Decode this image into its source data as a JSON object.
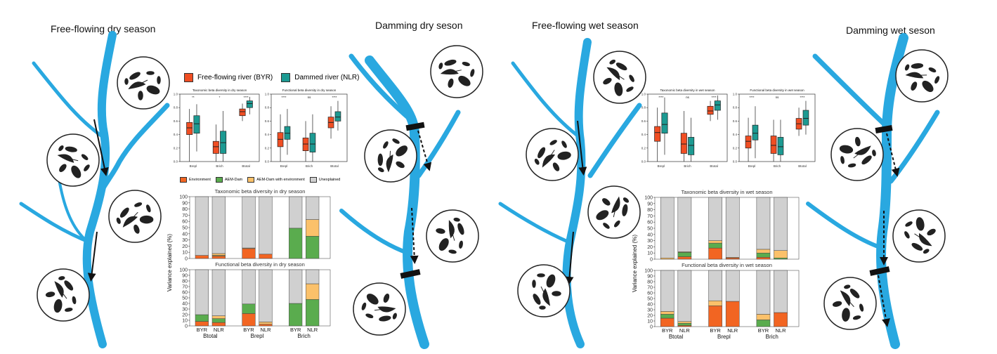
{
  "panels": [
    {
      "title": "Free-flowing dry season"
    },
    {
      "title": "Damming dry seson"
    },
    {
      "title": "Free-flowing wet season"
    },
    {
      "title": "Damming wet seson"
    }
  ],
  "colors": {
    "river": "#29a8e0",
    "byr": "#f04e23",
    "nlr": "#1c9a92",
    "environment": "#f26522",
    "aem_dam": "#5aac4e",
    "aem_dam_env": "#fbc16a",
    "unexplained": "#d0d0d0"
  },
  "dry": {
    "legend": {
      "byr": "Free-flowing river (BYR)",
      "nlr": "Dammed river (NLR)"
    },
    "box_tax_title": "Taxonomic beta diversity in dry season",
    "box_fun_title": "Functional beta diversity in dry season",
    "box_tax_sig": [
      "**",
      "*",
      "****"
    ],
    "box_fun_sig": [
      "****",
      "ns",
      "****"
    ],
    "box_categories": [
      "Brepl",
      "Brich",
      "Btotal"
    ],
    "box_yticks": [
      "0.0",
      "0.2",
      "0.4",
      "0.6",
      "0.8",
      "1.0"
    ],
    "var_legend": [
      "Environment",
      "AEM-Dam",
      "AEM-Dam with environment",
      "Unexplained"
    ],
    "var_tax_title": "Taxonomic beta diversity in dry season",
    "var_fun_title": "Functional beta diversity in dry season",
    "var_ylabel": "Variance explained (%)",
    "var_yticks": [
      "0",
      "10",
      "20",
      "30",
      "40",
      "50",
      "60",
      "70",
      "80",
      "90",
      "100"
    ],
    "bar_labels": [
      "BYR",
      "NLR"
    ],
    "group_labels": [
      "Btotal",
      "Brepl",
      "Brich"
    ]
  },
  "wet": {
    "box_tax_title": "Taxonomic beta diversity in wet season",
    "box_fun_title": "Functional beta diversity in wet season",
    "box_tax_sig": [
      "****",
      "ns",
      "****"
    ],
    "box_fun_sig": [
      "****",
      "ns",
      "****"
    ],
    "box_categories": [
      "Brepl",
      "Brich",
      "Btotal"
    ],
    "box_yticks": [
      "0.0",
      "0.2",
      "0.4",
      "0.6",
      "0.8",
      "1.0"
    ],
    "var_tax_title": "Taxonomic beta diversity in wet season",
    "var_fun_title": "Functional beta diversity in wet season",
    "var_ylabel": "Variance explained (%)",
    "var_yticks": [
      "0",
      "10",
      "20",
      "30",
      "40",
      "50",
      "60",
      "70",
      "80",
      "90",
      "100"
    ],
    "bar_labels": [
      "BYR",
      "NLR"
    ],
    "group_labels": [
      "Btotal",
      "Brepl",
      "Brich"
    ]
  },
  "chart_data": [
    {
      "type": "box",
      "title": "Taxonomic beta diversity in dry season",
      "categories": [
        "Brepl",
        "Brich",
        "Btotal"
      ],
      "ylim": [
        0,
        1
      ],
      "series": [
        {
          "name": "Free-flowing river (BYR)",
          "boxes": [
            [
              0.0,
              0.4,
              0.5,
              0.58,
              0.78
            ],
            [
              0.0,
              0.12,
              0.22,
              0.3,
              0.55
            ],
            [
              0.6,
              0.68,
              0.74,
              0.78,
              0.86
            ]
          ]
        },
        {
          "name": "Dammed river (NLR)",
          "boxes": [
            [
              0.15,
              0.42,
              0.56,
              0.68,
              0.85
            ],
            [
              0.0,
              0.12,
              0.28,
              0.45,
              0.75
            ],
            [
              0.7,
              0.8,
              0.86,
              0.9,
              0.96
            ]
          ]
        }
      ]
    },
    {
      "type": "box",
      "title": "Functional beta diversity in dry season",
      "categories": [
        "Brepl",
        "Brich",
        "Btotal"
      ],
      "ylim": [
        0,
        1
      ],
      "series": [
        {
          "name": "Free-flowing river (BYR)",
          "boxes": [
            [
              0.0,
              0.22,
              0.33,
              0.43,
              0.7
            ],
            [
              0.0,
              0.16,
              0.26,
              0.35,
              0.6
            ],
            [
              0.34,
              0.5,
              0.58,
              0.66,
              0.82
            ]
          ]
        },
        {
          "name": "Dammed river (NLR)",
          "boxes": [
            [
              0.1,
              0.33,
              0.42,
              0.52,
              0.78
            ],
            [
              0.0,
              0.14,
              0.26,
              0.42,
              0.7
            ],
            [
              0.46,
              0.6,
              0.66,
              0.74,
              0.9
            ]
          ]
        }
      ]
    },
    {
      "type": "bar",
      "stacked": true,
      "title": "Taxonomic beta diversity in dry season",
      "categories": [
        "Btotal BYR",
        "Btotal NLR",
        "Brepl BYR",
        "Brepl NLR",
        "Brich BYR",
        "Brich NLR"
      ],
      "ylim": [
        0,
        100
      ],
      "series": [
        {
          "name": "Environment",
          "values": [
            5,
            4,
            16,
            7,
            0,
            0
          ]
        },
        {
          "name": "AEM-Dam",
          "values": [
            0,
            1,
            0,
            0,
            49,
            36
          ]
        },
        {
          "name": "AEM-Dam with environment",
          "values": [
            0,
            3,
            1,
            0,
            0,
            27
          ]
        },
        {
          "name": "Unexplained",
          "values": [
            95,
            92,
            83,
            93,
            51,
            37
          ]
        }
      ]
    },
    {
      "type": "bar",
      "stacked": true,
      "title": "Functional beta diversity in dry season",
      "categories": [
        "Btotal BYR",
        "Btotal NLR",
        "Brepl BYR",
        "Brepl NLR",
        "Brich BYR",
        "Brich NLR"
      ],
      "ylim": [
        0,
        100
      ],
      "series": [
        {
          "name": "Environment",
          "values": [
            8,
            6,
            22,
            3,
            0,
            0
          ]
        },
        {
          "name": "AEM-Dam",
          "values": [
            12,
            7,
            17,
            0,
            40,
            47
          ]
        },
        {
          "name": "AEM-Dam with environment",
          "values": [
            0,
            5,
            0,
            4,
            0,
            28
          ]
        },
        {
          "name": "Unexplained",
          "values": [
            80,
            82,
            61,
            93,
            60,
            25
          ]
        }
      ]
    },
    {
      "type": "box",
      "title": "Taxonomic beta diversity in wet season",
      "categories": [
        "Brepl",
        "Brich",
        "Btotal"
      ],
      "ylim": [
        0,
        1
      ],
      "series": [
        {
          "name": "Free-flowing river (BYR)",
          "boxes": [
            [
              0.0,
              0.3,
              0.43,
              0.52,
              0.8
            ],
            [
              0.0,
              0.12,
              0.26,
              0.42,
              0.75
            ],
            [
              0.6,
              0.7,
              0.75,
              0.82,
              0.9
            ]
          ]
        },
        {
          "name": "Dammed river (NLR)",
          "boxes": [
            [
              0.1,
              0.42,
              0.55,
              0.72,
              0.95
            ],
            [
              0.0,
              0.1,
              0.24,
              0.36,
              0.65
            ],
            [
              0.62,
              0.76,
              0.84,
              0.9,
              0.98
            ]
          ]
        }
      ]
    },
    {
      "type": "box",
      "title": "Functional beta diversity in wet season",
      "categories": [
        "Brepl",
        "Brich",
        "Btotal"
      ],
      "ylim": [
        0,
        1
      ],
      "series": [
        {
          "name": "Free-flowing river (BYR)",
          "boxes": [
            [
              0.0,
              0.2,
              0.3,
              0.38,
              0.65
            ],
            [
              0.0,
              0.12,
              0.24,
              0.38,
              0.62
            ],
            [
              0.38,
              0.48,
              0.56,
              0.64,
              0.8
            ]
          ]
        },
        {
          "name": "Dammed river (NLR)",
          "boxes": [
            [
              0.05,
              0.32,
              0.42,
              0.54,
              0.82
            ],
            [
              0.0,
              0.1,
              0.22,
              0.36,
              0.62
            ],
            [
              0.4,
              0.54,
              0.64,
              0.76,
              0.9
            ]
          ]
        }
      ]
    },
    {
      "type": "bar",
      "stacked": true,
      "title": "Taxonomic beta diversity in wet season",
      "categories": [
        "Btotal BYR",
        "Btotal NLR",
        "Brepl BYR",
        "Brepl NLR",
        "Brich BYR",
        "Brich NLR"
      ],
      "ylim": [
        0,
        100
      ],
      "series": [
        {
          "name": "Environment",
          "values": [
            0,
            4,
            18,
            2,
            3,
            0
          ]
        },
        {
          "name": "AEM-Dam",
          "values": [
            0,
            7,
            8,
            0,
            7,
            2
          ]
        },
        {
          "name": "AEM-Dam with environment",
          "values": [
            2,
            1,
            4,
            1,
            6,
            12
          ]
        },
        {
          "name": "Unexplained",
          "values": [
            98,
            88,
            70,
            97,
            84,
            86
          ]
        }
      ]
    },
    {
      "type": "bar",
      "stacked": true,
      "title": "Functional beta diversity in wet season",
      "categories": [
        "Btotal BYR",
        "Btotal NLR",
        "Brepl BYR",
        "Brepl NLR",
        "Brich BYR",
        "Brich NLR"
      ],
      "ylim": [
        0,
        100
      ],
      "series": [
        {
          "name": "Environment",
          "values": [
            15,
            2,
            37,
            45,
            0,
            25
          ]
        },
        {
          "name": "AEM-Dam",
          "values": [
            7,
            4,
            0,
            0,
            12,
            0
          ]
        },
        {
          "name": "AEM-Dam with environment",
          "values": [
            5,
            3,
            9,
            0,
            10,
            0
          ]
        },
        {
          "name": "Unexplained",
          "values": [
            73,
            91,
            54,
            55,
            78,
            75
          ]
        }
      ]
    }
  ]
}
